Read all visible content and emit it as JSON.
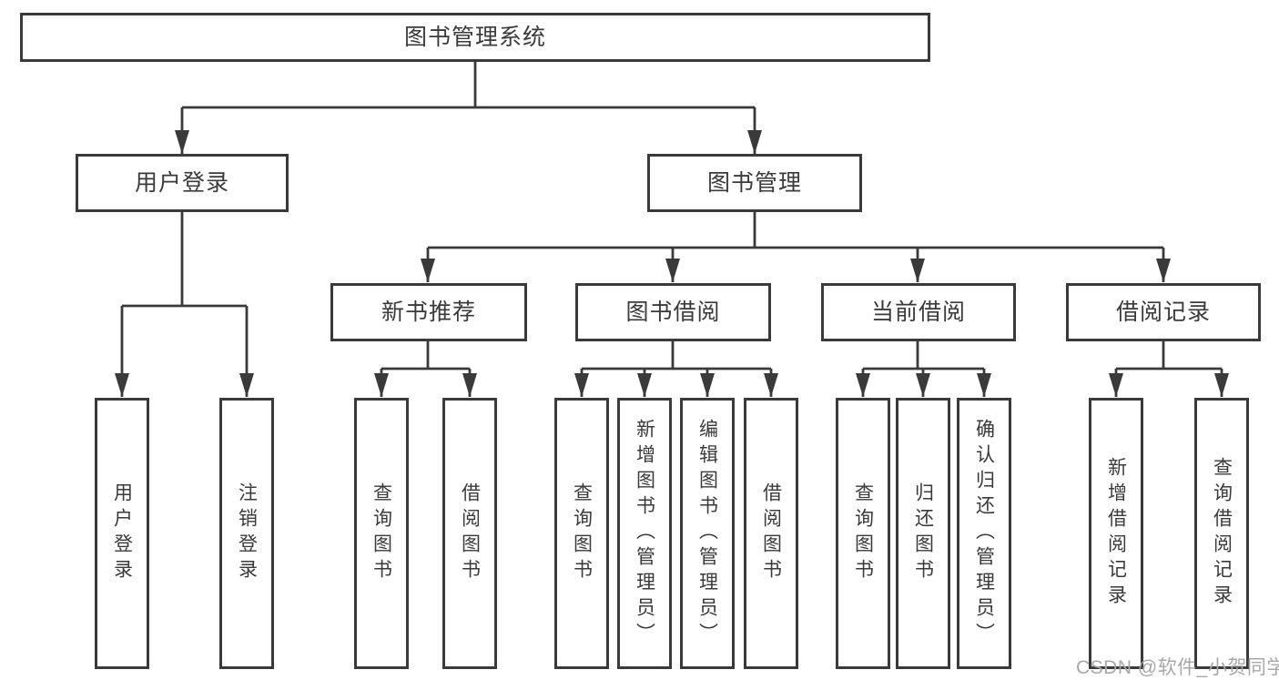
{
  "page": {
    "watermark": "CSDN @软件_小贺同学",
    "colors": {
      "line": "#3a3a3a",
      "text": "#3a3a3a",
      "watermark": "#a8a8a8",
      "box_bg": "#ffffff"
    }
  },
  "tree": {
    "root": {
      "label": "图书管理系统"
    },
    "branches": [
      {
        "label": "用户登录",
        "leaves": [
          {
            "label": "用户登录"
          },
          {
            "label": "注销登录"
          }
        ]
      },
      {
        "label": "图书管理",
        "groups": [
          {
            "label": "新书推荐",
            "leaves": [
              {
                "label": "查询图书"
              },
              {
                "label": "借阅图书"
              }
            ]
          },
          {
            "label": "图书借阅",
            "leaves": [
              {
                "label": "查询图书"
              },
              {
                "label": "新增图书（管理员）"
              },
              {
                "label": "编辑图书（管理员）"
              },
              {
                "label": "借阅图书"
              }
            ]
          },
          {
            "label": "当前借阅",
            "leaves": [
              {
                "label": "查询图书"
              },
              {
                "label": "归还图书"
              },
              {
                "label": "确认归还（管理员）"
              }
            ]
          },
          {
            "label": "借阅记录",
            "leaves": [
              {
                "label": "新增借阅记录"
              },
              {
                "label": "查询借阅记录"
              }
            ]
          }
        ]
      }
    ]
  }
}
